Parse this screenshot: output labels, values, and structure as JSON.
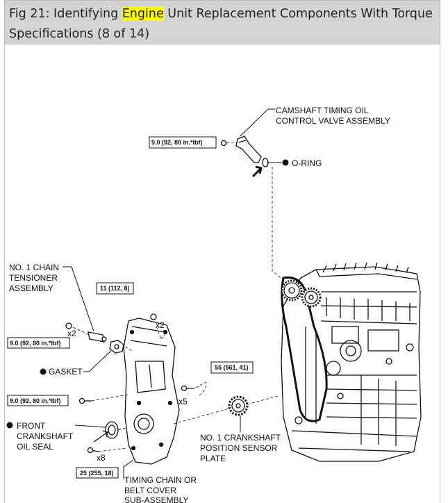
{
  "caption": {
    "before": "Fig 21: Identifying ",
    "highlight": "Engine",
    "after": " Unit Replacement Components With Torque Specifications (8 of 14)",
    "highlight_color": "#ffff00"
  },
  "labels": {
    "camshaft_valve_1": "CAMSHAFT TIMING OIL",
    "camshaft_valve_2": "CONTROL VALVE ASSEMBLY",
    "o_ring": "O-RING",
    "chain_tensioner_1": "NO. 1 CHAIN",
    "chain_tensioner_2": "TENSIONER",
    "chain_tensioner_3": "ASSEMBLY",
    "gasket": "GASKET",
    "front_seal_1": "FRONT",
    "front_seal_2": "CRANKSHAFT",
    "front_seal_3": "OIL SEAL",
    "sensor_plate_1": "NO. 1 CRANKSHAFT",
    "sensor_plate_2": "POSITION SENSOR",
    "sensor_plate_3": "PLATE",
    "chain_cover_1": "TIMING CHAIN OR",
    "chain_cover_2": "BELT COVER",
    "chain_cover_3": "SUB-ASSEMBLY"
  },
  "torque": {
    "valve_bolt": "9.0 (92, 80 in.*lbf)",
    "cover_bolt_upper": "11 (112, 8)",
    "tensioner_nut": "9.0 (92, 80 in.*lbf)",
    "cover_stud": "55 (561, 41)",
    "cover_bolt_side": "9.0 (92, 80 in.*lbf)",
    "cover_bolt_lower": "25 (255, 18)"
  },
  "quantities": {
    "upper_bolts": "x2",
    "tensioner_nuts": "x2",
    "studs": "x5",
    "lower_bolts": "x8"
  }
}
